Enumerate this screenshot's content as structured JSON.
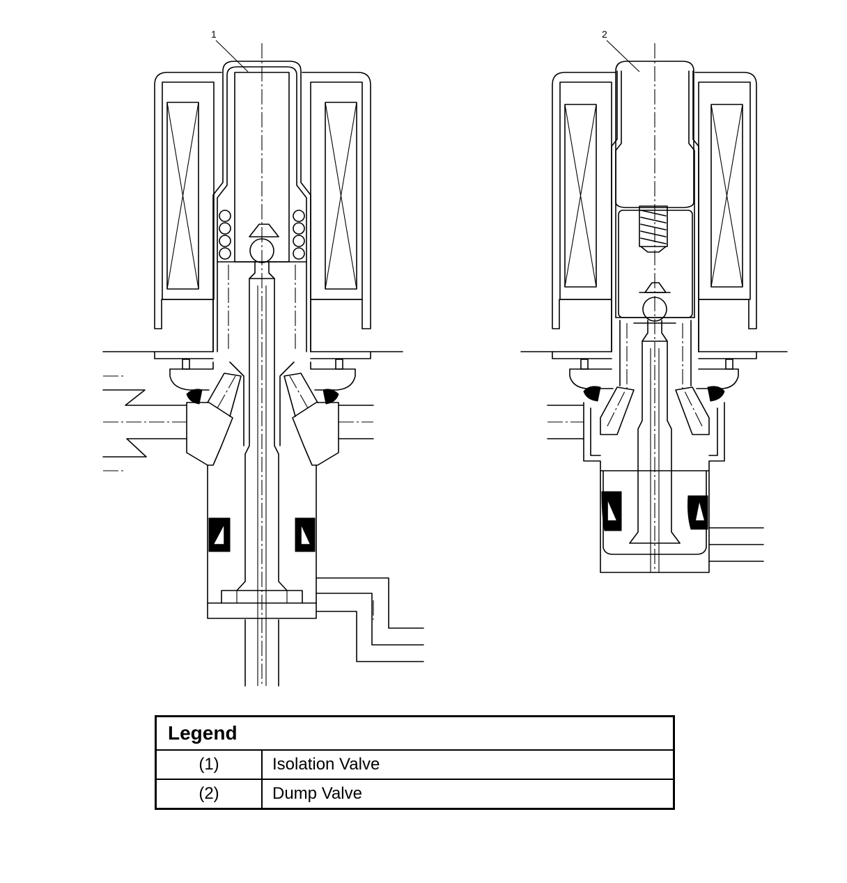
{
  "callouts": {
    "isolation": "1",
    "dump": "2"
  },
  "legend": {
    "title": "Legend",
    "rows": [
      {
        "num": "(1)",
        "desc": "Isolation Valve"
      },
      {
        "num": "(2)",
        "desc": "Dump Valve"
      }
    ]
  }
}
